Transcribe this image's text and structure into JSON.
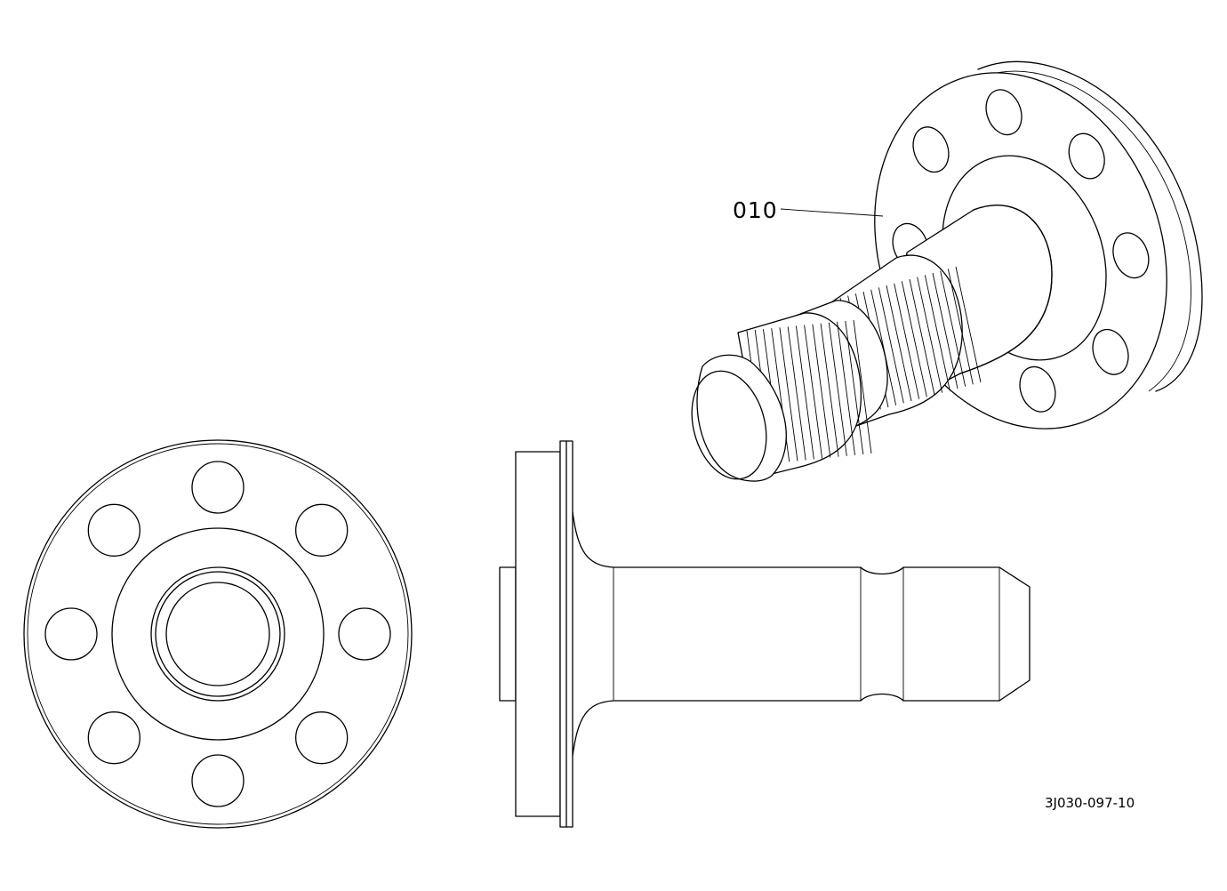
{
  "callouts": [
    {
      "label": "010",
      "part": "shaft-flange"
    }
  ],
  "drawing_code": "3J030-097-10",
  "icons": [
    "flange-front-view",
    "shaft-side-view",
    "shaft-isometric-view"
  ],
  "colors": {
    "line": "#000000",
    "background": "#ffffff"
  }
}
